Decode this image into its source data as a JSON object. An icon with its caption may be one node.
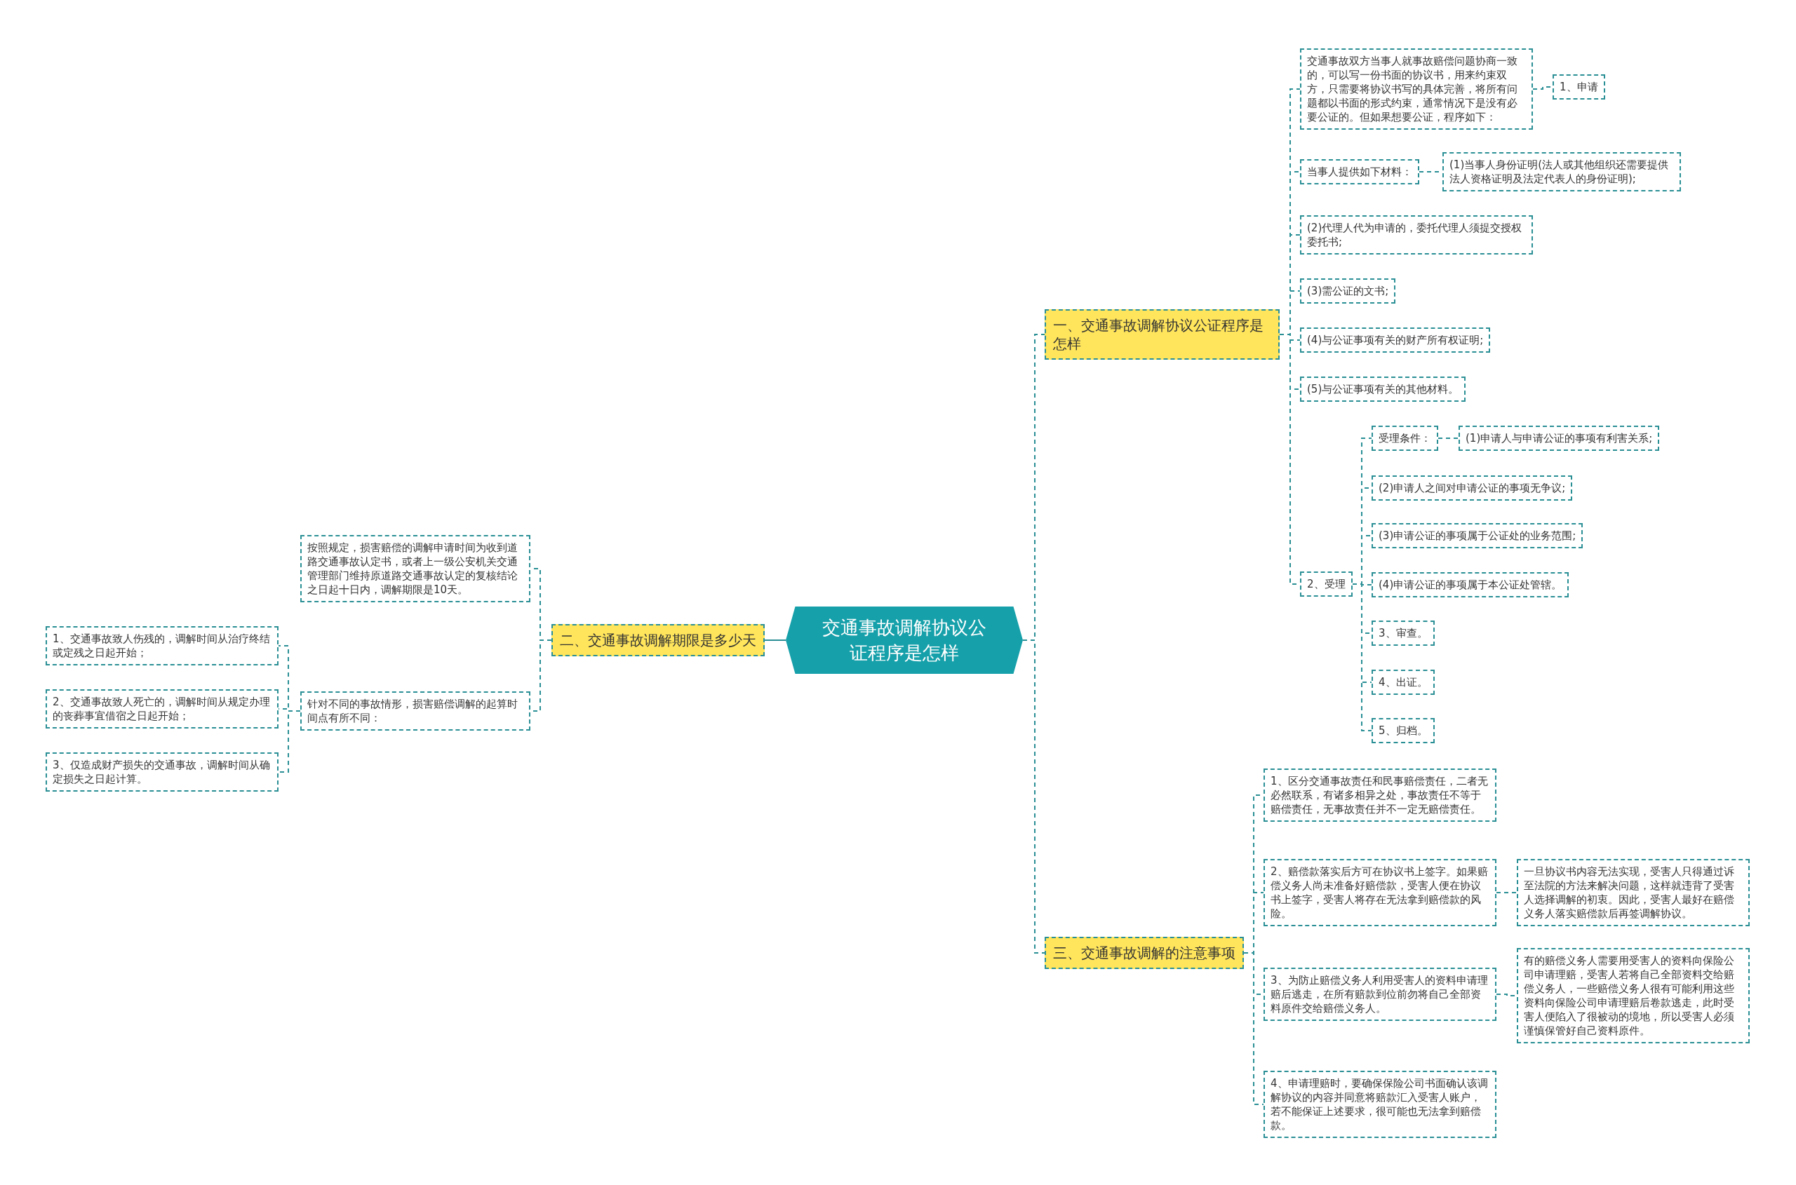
{
  "diagram": {
    "nodes": [
      {
        "text": [
          "交通事故调解协议公证程序是怎样"
        ]
      },
      {
        "text": [
          "一、交通事故调解协议公证程序是怎样"
        ]
      },
      {
        "text": [
          "交通事故双方当事人就事故赔偿问题协商一致的，可以写一份书面的协议书，用来约束双方，只需要将协议书写的具体完善，将所有问题都以书面的形式约束，通常情况下是没有必要公证的。但如果想要公证，程序如下："
        ]
      },
      {
        "text": [
          "1、申请"
        ]
      },
      {
        "text": [
          "当事人提供如下材料："
        ]
      },
      {
        "text": [
          "(1)当事人身份证明(法人或其他组织还需要提供法人资格证明及法定代表人的身份证明);"
        ]
      },
      {
        "text": [
          "(2)代理人代为申请的，委托代理人须提交授权委托书;"
        ]
      },
      {
        "text": [
          "(3)需公证的文书;"
        ]
      },
      {
        "text": [
          "(4)与公证事项有关的财产所有权证明;"
        ]
      },
      {
        "text": [
          "(5)与公证事项有关的其他材料。"
        ]
      },
      {
        "text": [
          "2、受理"
        ]
      },
      {
        "text": [
          "受理条件："
        ]
      },
      {
        "text": [
          "(1)申请人与申请公证的事项有利害关系;"
        ]
      },
      {
        "text": [
          "(2)申请人之间对申请公证的事项无争议;"
        ]
      },
      {
        "text": [
          "(3)申请公证的事项属于公证处的业务范围;"
        ]
      },
      {
        "text": [
          "(4)申请公证的事项属于本公证处管辖。"
        ]
      },
      {
        "text": [
          "3、审查。"
        ]
      },
      {
        "text": [
          "4、出证。"
        ]
      },
      {
        "text": [
          "5、归档。"
        ]
      },
      {
        "text": [
          "二、交通事故调解期限是多少天"
        ]
      },
      {
        "text": [
          "按照规定，损害赔偿的调解申请时间为收到道路交通事故认定书，或者上一级公安机关交通管理部门维持原道路交通事故认定的复核结论之日起十日内，调解期限是10天。"
        ]
      },
      {
        "text": [
          "针对不同的事故情形，损害赔偿调解的起算时间点有所不同："
        ]
      },
      {
        "text": [
          "1、交通事故致人伤残的，调解时间从治疗终结或定残之日起开始；"
        ]
      },
      {
        "text": [
          "2、交通事故致人死亡的，调解时间从规定办理的丧葬事宜借宿之日起开始；"
        ]
      },
      {
        "text": [
          "3、仅造成财产损失的交通事故，调解时间从确定损失之日起计算。"
        ]
      },
      {
        "text": [
          "三、交通事故调解的注意事项"
        ]
      },
      {
        "text": [
          "1、区分交通事故责任和民事赔偿责任，二者无必然联系，有诸多相异之处，事故责任不等于赔偿责任，无事故责任并不一定无赔偿责任。"
        ]
      },
      {
        "text": [
          "2、赔偿款落实后方可在协议书上签字。如果赔偿义务人尚未准备好赔偿款，受害人便在协议书上签字，受害人将存在无法拿到赔偿款的风险。"
        ]
      },
      {
        "text": [
          "一旦协议书内容无法实现，受害人只得通过诉至法院的方法来解决问题，这样就违背了受害人选择调解的初衷。因此，受害人最好在赔偿义务人落实赔偿款后再签调解协议。"
        ]
      },
      {
        "text": [
          "3、为防止赔偿义务人利用受害人的资料申请理赔后逃走，在所有赔款到位前勿将自己全部资料原件交给赔偿义务人。"
        ]
      },
      {
        "text": [
          "有的赔偿义务人需要用受害人的资料向保险公司申请理赔，受害人若将自己全部资料交给赔偿义务人，一些赔偿义务人很有可能利用这些资料向保险公司申请理赔后卷款逃走，此时受害人便陷入了很被动的境地，所以受害人必须谨慎保管好自己资料原件。"
        ]
      },
      {
        "text": [
          "4、申请理赔时，要确保保险公司书面确认该调解协议的内容并同意将赔款汇入受害人账户，若不能保证上述要求，很可能也无法拿到赔偿款。"
        ]
      }
    ],
    "edges": [
      {
        "from": 0,
        "to": 1,
        "arrow": "none",
        "style": "dashed"
      },
      {
        "from": 0,
        "to": 19,
        "arrow": "none"
      },
      {
        "from": 0,
        "to": 25,
        "arrow": "none",
        "style": "dashed"
      },
      {
        "from": 1,
        "to": 2,
        "arrow": "none",
        "style": "dashed"
      },
      {
        "from": 2,
        "to": 3,
        "arrow": "none",
        "style": "dashed"
      },
      {
        "from": 1,
        "to": 4,
        "arrow": "none",
        "style": "dashed"
      },
      {
        "from": 4,
        "to": 5,
        "arrow": "none",
        "style": "dashed"
      },
      {
        "from": 1,
        "to": 6,
        "arrow": "none",
        "style": "dashed"
      },
      {
        "from": 1,
        "to": 7,
        "arrow": "none",
        "style": "dashed"
      },
      {
        "from": 1,
        "to": 8,
        "arrow": "none",
        "style": "dashed"
      },
      {
        "from": 1,
        "to": 9,
        "arrow": "none",
        "style": "dashed"
      },
      {
        "from": 1,
        "to": 10,
        "arrow": "none",
        "style": "dashed"
      },
      {
        "from": 10,
        "to": 11,
        "arrow": "none",
        "style": "dashed"
      },
      {
        "from": 11,
        "to": 12,
        "arrow": "none",
        "style": "dashed"
      },
      {
        "from": 10,
        "to": 13,
        "arrow": "none",
        "style": "dashed"
      },
      {
        "from": 10,
        "to": 14,
        "arrow": "none",
        "style": "dashed"
      },
      {
        "from": 10,
        "to": 15,
        "arrow": "none",
        "style": "dashed"
      },
      {
        "from": 10,
        "to": 16,
        "arrow": "none",
        "style": "dashed"
      },
      {
        "from": 10,
        "to": 17,
        "arrow": "none",
        "style": "dashed"
      },
      {
        "from": 10,
        "to": 18,
        "arrow": "none",
        "style": "dashed"
      },
      {
        "from": 19,
        "to": 20,
        "arrow": "none",
        "style": "dashed"
      },
      {
        "from": 19,
        "to": 21,
        "arrow": "none",
        "style": "dashed"
      },
      {
        "from": 21,
        "to": 22,
        "arrow": "none",
        "style": "dashed"
      },
      {
        "from": 21,
        "to": 23,
        "arrow": "none",
        "style": "dashed"
      },
      {
        "from": 21,
        "to": 24,
        "arrow": "none",
        "style": "dashed"
      },
      {
        "from": 25,
        "to": 26,
        "arrow": "none",
        "style": "dashed"
      },
      {
        "from": 25,
        "to": 27,
        "arrow": "none",
        "style": "dashed"
      },
      {
        "from": 27,
        "to": 28,
        "arrow": "none",
        "style": "dashed"
      },
      {
        "from": 25,
        "to": 29,
        "arrow": "none",
        "style": "dashed"
      },
      {
        "from": 29,
        "to": 30,
        "arrow": "none",
        "style": "dashed"
      },
      {
        "from": 25,
        "to": 31,
        "arrow": "none",
        "style": "dashed"
      }
    ]
  }
}
